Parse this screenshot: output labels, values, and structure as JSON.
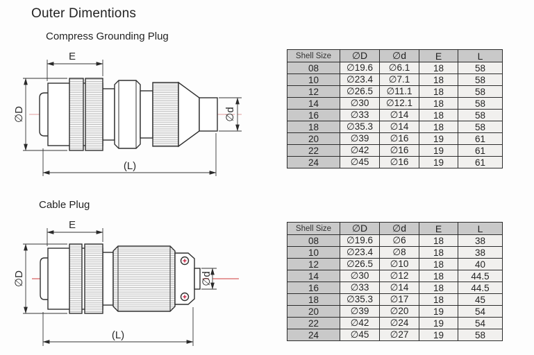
{
  "page": {
    "title": "Outer Dimentions"
  },
  "colors": {
    "outline": "#2f2f2f",
    "knurl_line": "#b0b0b0",
    "centerline_plug1": "#e39c9c",
    "centerline_plug2": "#d95f5f",
    "hole_mark_red": "#cc3350",
    "table_header_bg": "#c9c9c9",
    "table_cell_bg": "#f1f0ee",
    "table_border": "#2b2b2b"
  },
  "diagram1": {
    "title": "Compress Grounding Plug",
    "labels": {
      "e": "E",
      "outer_dia": "∅D",
      "inner_dia": "∅d",
      "length": "(L)"
    }
  },
  "diagram2": {
    "title": "Cable Plug",
    "labels": {
      "e": "E",
      "outer_dia": "∅D",
      "inner_dia": "∅d",
      "length": "(L)"
    }
  },
  "table1": {
    "headers": [
      "Shell Size",
      "∅D",
      "∅d",
      "E",
      "L"
    ],
    "rows": [
      [
        "08",
        "∅19.6",
        "∅6.1",
        "18",
        "58"
      ],
      [
        "10",
        "∅23.4",
        "∅7.1",
        "18",
        "58"
      ],
      [
        "12",
        "∅26.5",
        "∅11.1",
        "18",
        "58"
      ],
      [
        "14",
        "∅30",
        "∅12.1",
        "18",
        "58"
      ],
      [
        "16",
        "∅33",
        "∅14",
        "18",
        "58"
      ],
      [
        "18",
        "∅35.3",
        "∅14",
        "18",
        "58"
      ],
      [
        "20",
        "∅39",
        "∅16",
        "19",
        "61"
      ],
      [
        "22",
        "∅42",
        "∅16",
        "19",
        "61"
      ],
      [
        "24",
        "∅45",
        "∅16",
        "19",
        "61"
      ]
    ]
  },
  "table2": {
    "headers": [
      "Shell Size",
      "∅D",
      "∅d",
      "E",
      "L"
    ],
    "rows": [
      [
        "08",
        "∅19.6",
        "∅6",
        "18",
        "38"
      ],
      [
        "10",
        "∅23.4",
        "∅8",
        "18",
        "38"
      ],
      [
        "12",
        "∅26.5",
        "∅10",
        "18",
        "40"
      ],
      [
        "14",
        "∅30",
        "∅12",
        "18",
        "44.5"
      ],
      [
        "16",
        "∅33",
        "∅14",
        "18",
        "44.5"
      ],
      [
        "18",
        "∅35.3",
        "∅17",
        "18",
        "45"
      ],
      [
        "20",
        "∅39",
        "∅20",
        "19",
        "54"
      ],
      [
        "22",
        "∅42",
        "∅24",
        "19",
        "54"
      ],
      [
        "24",
        "∅45",
        "∅27",
        "19",
        "58"
      ]
    ]
  }
}
